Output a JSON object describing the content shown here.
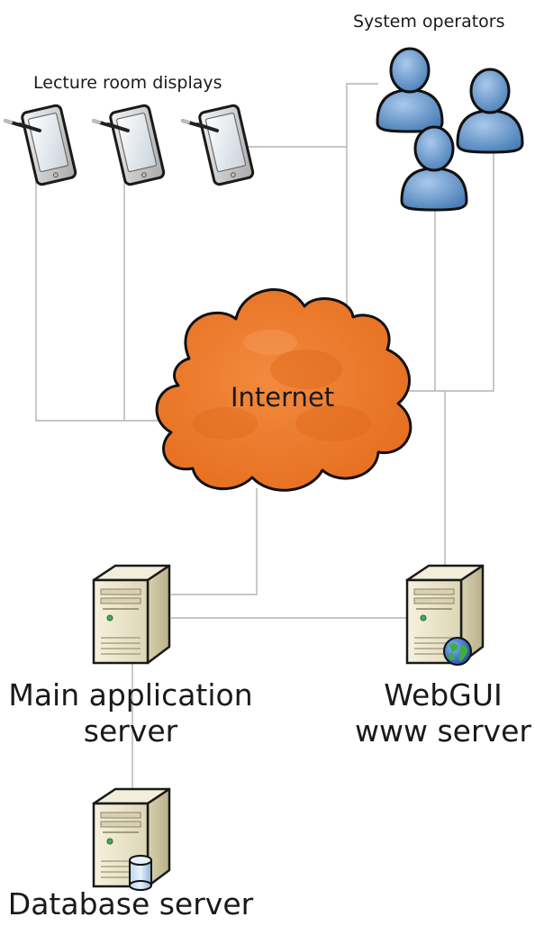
{
  "labels": {
    "lecture_room_displays": "Lecture room displays",
    "system_operators": "System operators",
    "internet": "Internet",
    "main_server_line1": "Main application",
    "main_server_line2": "server",
    "webgui_line1": "WebGUI",
    "webgui_line2": "www server",
    "database_server": "Database server"
  },
  "colors": {
    "line": "#b3b3b3",
    "cloud": "#ec7224",
    "cloud_dark": "#d45f17",
    "user": "#6d9ed1",
    "server_body": "#e9e4cc",
    "text": "#1a1a1a"
  },
  "icons": [
    "tablet-icon",
    "user-icon",
    "cloud-icon",
    "server-icon",
    "globe-icon",
    "database-icon"
  ]
}
